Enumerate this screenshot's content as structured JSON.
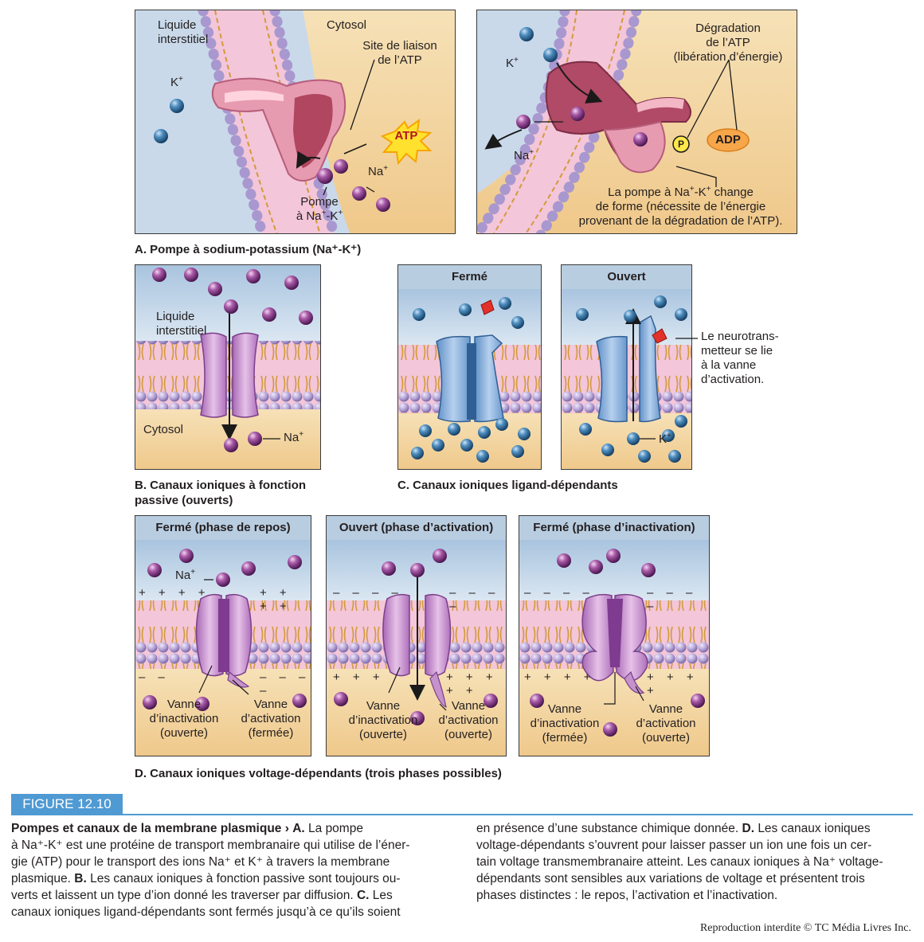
{
  "panel_a": {
    "left": {
      "liquide": "Liquide",
      "interstitiel": "interstitiel",
      "cytosol": "Cytosol",
      "site1": "Site de liaison",
      "site2": "de l’ATP",
      "k": "K",
      "atp": "ATP",
      "na": "Na",
      "pompe1": "Pompe",
      "pompe2": "à Na",
      "pompe2b": "-K"
    },
    "right": {
      "deg1": "Dégradation",
      "deg2": "de l’ATP",
      "deg3": "(libération d’énergie)",
      "k": "K",
      "na": "Na",
      "p": "P",
      "adp": "ADP",
      "change1a": "La pompe à Na",
      "change1b": "-K",
      "change1c": " change",
      "change2": "de forme (nécessite de l’énergie",
      "change3": "provenant de la dégradation de l’ATP)."
    },
    "caption": "A. Pompe à sodium-potassium (Na⁺-K⁺)"
  },
  "panel_b": {
    "liquide": "Liquide",
    "interstitiel": "interstitiel",
    "cytosol": "Cytosol",
    "na": "Na",
    "caption1": "B. Canaux ioniques à fonction",
    "caption2": "passive (ouverts)"
  },
  "panel_c": {
    "ferme": "Fermé",
    "ouvert": "Ouvert",
    "k": "K",
    "neuro1": "Le neurotrans-",
    "neuro2": "metteur se lie",
    "neuro3": "à la vanne",
    "neuro4": "d’activation.",
    "caption": "C. Canaux ioniques ligand-dépendants"
  },
  "panel_d": {
    "p1": {
      "title": "Fermé (phase de repos)",
      "na": "Na",
      "top_signs": "+ + + +",
      "top_signs_r": "+ + + +",
      "bottom_signs": "– –",
      "bottom_signs_r": "– – – –",
      "v1a": "Vanne",
      "v1b": "d’inactivation",
      "v1c": "(ouverte)",
      "v2a": "Vanne",
      "v2b": "d’activation",
      "v2c": "(fermée)"
    },
    "p2": {
      "title": "Ouvert (phase d’activation)",
      "top_signs": "– – – –",
      "top_signs_r": "– – – –",
      "bottom_signs": "+ + +",
      "bottom_signs_r": "+ + + + +",
      "v1a": "Vanne",
      "v1b": "d’inactivation",
      "v1c": "(ouverte)",
      "v2a": "Vanne",
      "v2b": "d’activation",
      "v2c": "(ouverte)"
    },
    "p3": {
      "title": "Fermé (phase d’inactivation)",
      "top_signs": "– – – –",
      "top_signs_r": "– – – –",
      "bottom_signs": "+ + + +",
      "bottom_signs_r": "+ + + +",
      "v1a": "Vanne",
      "v1b": "d’inactivation",
      "v1c": "(fermée)",
      "v2a": "Vanne",
      "v2b": "d’activation",
      "v2c": "(ouverte)"
    },
    "caption": "D. Canaux ioniques voltage-dépendants (trois phases possibles)"
  },
  "figure": {
    "tag": "FIGURE 12.10",
    "title": "Pompes et canaux de la membrane plasmique",
    "arrow": "›",
    "col1": [
      "à Na⁺-K⁺ est une protéine de transport membranaire qui utilise de l’éner-",
      "gie (ATP) pour le transport des ions Na⁺ et K⁺ à travers la membrane",
      "plasmique.",
      "Les canaux ioniques à fonction passive sont toujours ou-",
      "verts et laissent un type d’ion donné les traverser par diffusion.",
      "Les",
      "canaux ioniques ligand-dépendants sont fermés jusqu’à ce qu’ils soient"
    ],
    "col1_first": "La pompe",
    "col1_a": "A.",
    "col1_b": "B.",
    "col1_c": "C.",
    "col2": [
      "en présence d’une substance chimique donnée.",
      "Les canaux ioniques",
      "voltage-dépendants s’ouvrent pour laisser passer un ion une fois un cer-",
      "tain voltage transmembranaire atteint. Les canaux ioniques à Na⁺ voltage-",
      "dépendants sont sensibles aux variations de voltage et présentent trois",
      "phases distinctes : le repos, l’activation et l’inactivation."
    ],
    "col2_d": "D.",
    "copyright": "Reproduction interdite © TC Média Livres Inc."
  },
  "colors": {
    "extracellular": "#c7d8ea",
    "cytosol": "#f4d9a8",
    "lipid_head": "#b9a6d6",
    "tail": "#d9a646",
    "k_ion": "#2d6fa0",
    "na_ion": "#8e3c8f",
    "pump": "#e9a2b4",
    "channel_blue": "#8ab0da",
    "channel_purple": "#c592cc",
    "figure_tag": "#4f9ad3"
  }
}
